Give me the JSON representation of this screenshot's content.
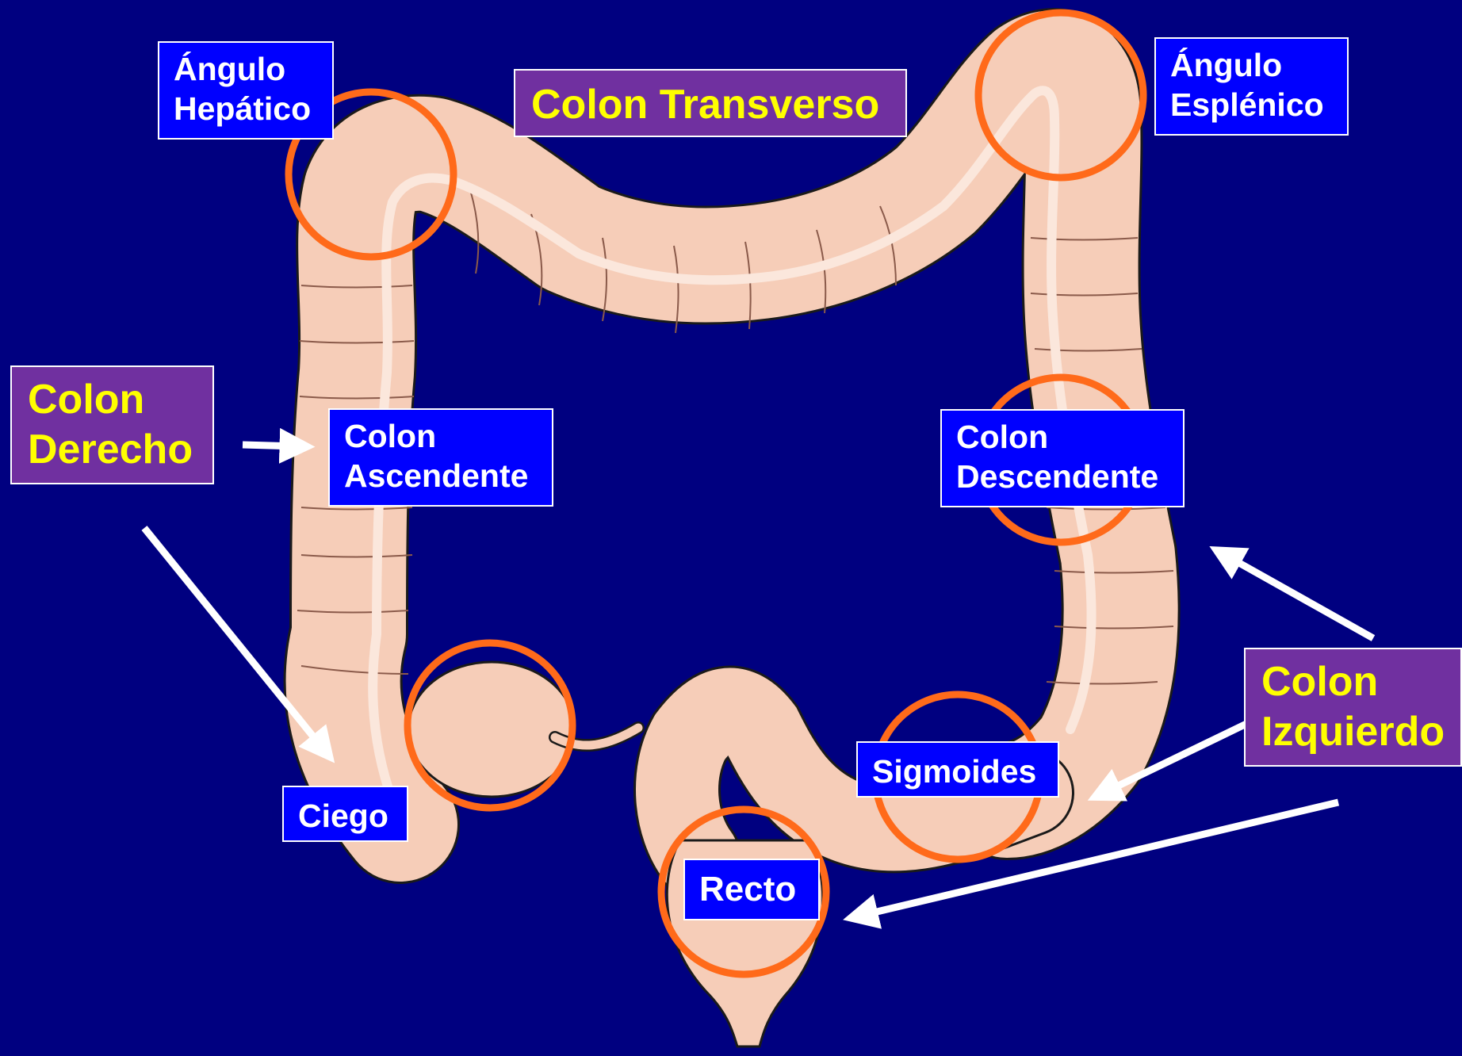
{
  "colors": {
    "background": "#000080",
    "anatomy_label_bg": "#0000ff",
    "anatomy_label_text": "#ffffff",
    "group_label_bg": "#7030a0",
    "group_label_text": "#ffff00",
    "highlight_circle": "#ff6a1a",
    "colon_fill": "#f6cdb8",
    "colon_band": "#fbe7dc",
    "colon_outline": "#1a1a1a",
    "arrow": "#ffffff"
  },
  "labels": {
    "angulo_hepatico": [
      "Ángulo",
      "Hepático"
    ],
    "angulo_esplenico": [
      "Ángulo",
      "Esplénico"
    ],
    "colon_transverso": "Colon Transverso",
    "colon_derecho": [
      "Colon",
      "Derecho"
    ],
    "colon_ascendente": [
      "Colon",
      "Ascendente"
    ],
    "colon_descendente": [
      "Colon",
      "Descendente"
    ],
    "colon_izquierdo": [
      "Colon",
      "Izquierdo"
    ],
    "sigmoides": "Sigmoides",
    "ciego": "Ciego",
    "recto": "Recto"
  }
}
